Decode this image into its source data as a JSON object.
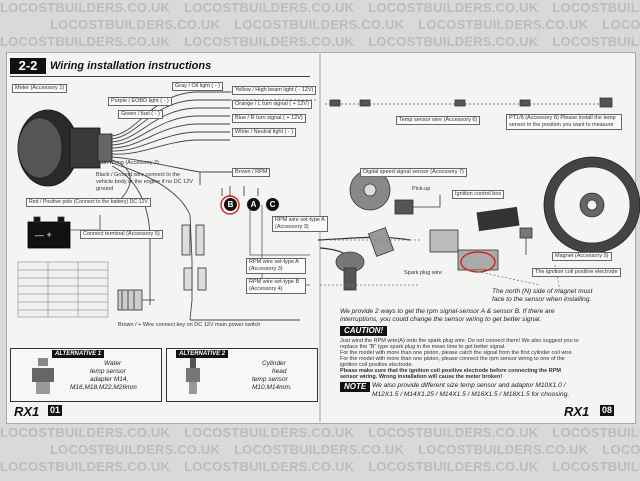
{
  "watermark": "LOCOSTBUILDERS.CO.UK",
  "header": {
    "section": "2-2",
    "title": "Wiring installation instructions"
  },
  "left_labels": {
    "meter": "Meter (Accessory 1)",
    "gray": "Gray / Oil light ( - )",
    "yellow": "Yellow / High beam light ( - 12V)",
    "purple": "Purple / EOBD light ( - )",
    "orange": "Orange / L turn signal ( + 12V)",
    "green": "Green / fuel ( - )",
    "blue": "Blue / R turn signal ( + 12V)",
    "white": "White / Neutral light ( - )",
    "main_wiring": "Main wiring (Accessory 2)",
    "black_green": "Black / Ground wire connect to the vehicle body or the engine if no DC 12V ground",
    "brown": "Brown / RPM",
    "red": "Red / Positive pole (Connect to the battery) DC 12V",
    "connect_terminal": "Connect terminal (Accessory 5)",
    "rpm_a": "RPM wire set-type A (Accessory 3)",
    "rpm_a2": "RPM wire set-type A (Accessory 3)",
    "rpm_b": "RPM wire set-type B (Accessory 4)",
    "brown_wire": "Brown / + Wire connect key on DC 12V main power switch"
  },
  "connector_letters": [
    "B",
    "A",
    "C"
  ],
  "right_labels": {
    "temp_sensor_wire": "Temp sensor wire (Accessory 6)",
    "pt1": "PT1/8 (Accessory 8) Please install the temp sensor in the position you want to measure",
    "digital_speed": "Digital speed signal sensor (Accessory 7)",
    "pickup": "Pick-up",
    "ignition_box": "Ignition control box",
    "spark_plug": "Spark plug wire",
    "magnet": "Magnet (Accessory 9)",
    "coil": "The ignition coil positive electrode"
  },
  "right_text": {
    "north_1": "The north (N) side of magnet must",
    "north_2": "face to the sensor when installing.",
    "provide_1": "We provide 2 ways to get the rpm signal-sensor A & sensor B. If there are",
    "provide_2": "interruptions, you could change the sensor wiring to get better signal.",
    "caution": "CAUTION!",
    "c1": "Just wind the RPM wire(A) onto the spark plug wire. Do not connect them! We also suggest you to",
    "c2": "replace the \"B\" type spark plug in the mean time to get better signal.",
    "c3": "For the model with more than one piston, please catch the signal from the first cylinder coil wire.",
    "c4": "For the model with more than one piston, please connect the rpm sensor wiring to one of the",
    "c5": "ignition coil positive electrode.",
    "c6": "Please make sure that the ignition coil positive electrode before connecting the RPM",
    "c7": "sensor wiring. Wrong installation will cause the meter broken!",
    "note": "NOTE",
    "n1": "We also provide different size temp sensor and adaptor M10X1.0 /",
    "n2": "M12X1.5 / M14X1.25 / M14X1.5 / M16X1.5 / M18X1.5 for choosing."
  },
  "alt1": {
    "title": "ALTERNATIVE 1",
    "l1": "Water",
    "l2": "temp sensor",
    "l3": "adapter M14,",
    "l4": "M16,M18,M22,M26mm"
  },
  "alt2": {
    "title": "ALTERNATIVE 2",
    "l1": "Cylinder",
    "l2": "head",
    "l3": "temp sensor",
    "l4": "M10,M14mm."
  },
  "footer": {
    "logo_left": "RX1",
    "page_left": "01",
    "logo_right": "RX1",
    "page_right": "08"
  },
  "colors": {
    "highlight": "#d42020",
    "ink": "#222222",
    "paper": "#f4f4f2"
  }
}
